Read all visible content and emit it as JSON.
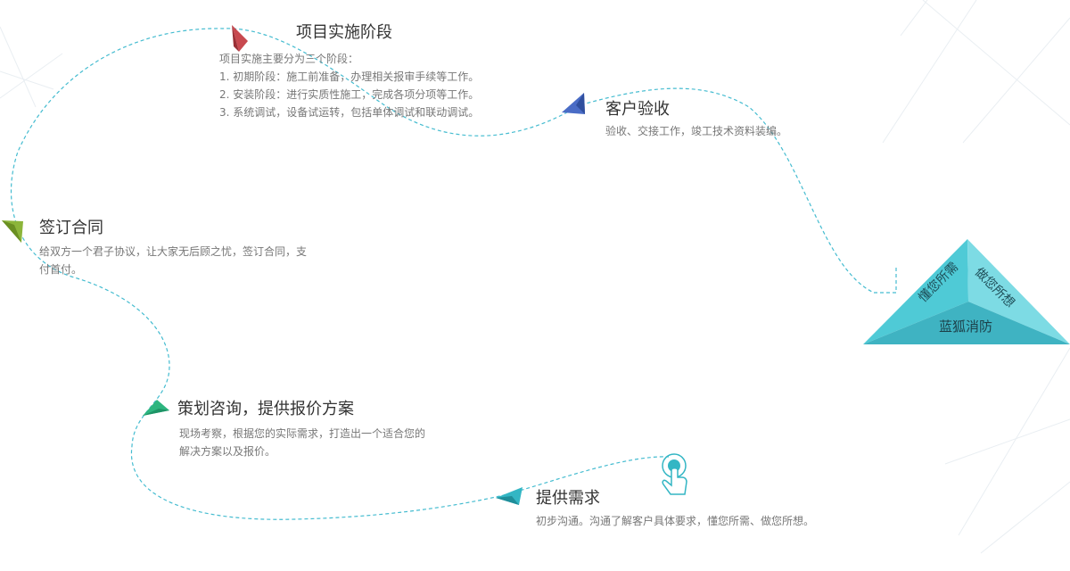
{
  "colors": {
    "path": "#45bcd0",
    "background_lines": "#e9eef2",
    "title": "#333333",
    "desc": "#777777",
    "accent_red": "#c8494f",
    "accent_blue": "#4a6cc6",
    "accent_olive": "#8cb53a",
    "accent_green": "#2db57f",
    "accent_teal": "#33b6c4",
    "pyramid_light": "#7ddbe4",
    "pyramid_mid": "#4fcad6",
    "pyramid_dark": "#3fb3c2"
  },
  "steps": {
    "implementation": {
      "title": "项目实施阶段",
      "intro": "项目实施主要分为三个阶段：",
      "items": [
        "1. 初期阶段：施工前准备，办理相关报审手续等工作。",
        "2. 安装阶段：进行实质性施工，完成各项分项等工作。",
        "3. 系统调试，设备试运转，包括单体调试和联动调试。"
      ]
    },
    "acceptance": {
      "title": "客户验收",
      "desc": "验收、交接工作，竣工技术资料装编。"
    },
    "contract": {
      "title": "签订合同",
      "desc_lines": [
        "给双方一个君子协议，让大家无后顾之忧，签订合同，支",
        "付首付。"
      ]
    },
    "planning": {
      "title": "策划咨询，提供报价方案",
      "desc_lines": [
        "现场考察，根据您的实际需求，打造出一个适合您的",
        "解决方案以及报价。"
      ]
    },
    "requirements": {
      "title": "提供需求",
      "desc": "初步沟通。沟通了解客户具体要求，懂您所需、做您所想。"
    }
  },
  "pyramid": {
    "left_label": "懂您所需",
    "right_label": "做您所想",
    "bottom_label": "蓝狐消防"
  },
  "icons": {
    "tap": "hand-tap-icon",
    "arrows": [
      "paper-plane-red-icon",
      "paper-plane-blue-icon",
      "paper-plane-olive-icon",
      "paper-plane-green-icon",
      "paper-plane-teal-icon"
    ]
  }
}
